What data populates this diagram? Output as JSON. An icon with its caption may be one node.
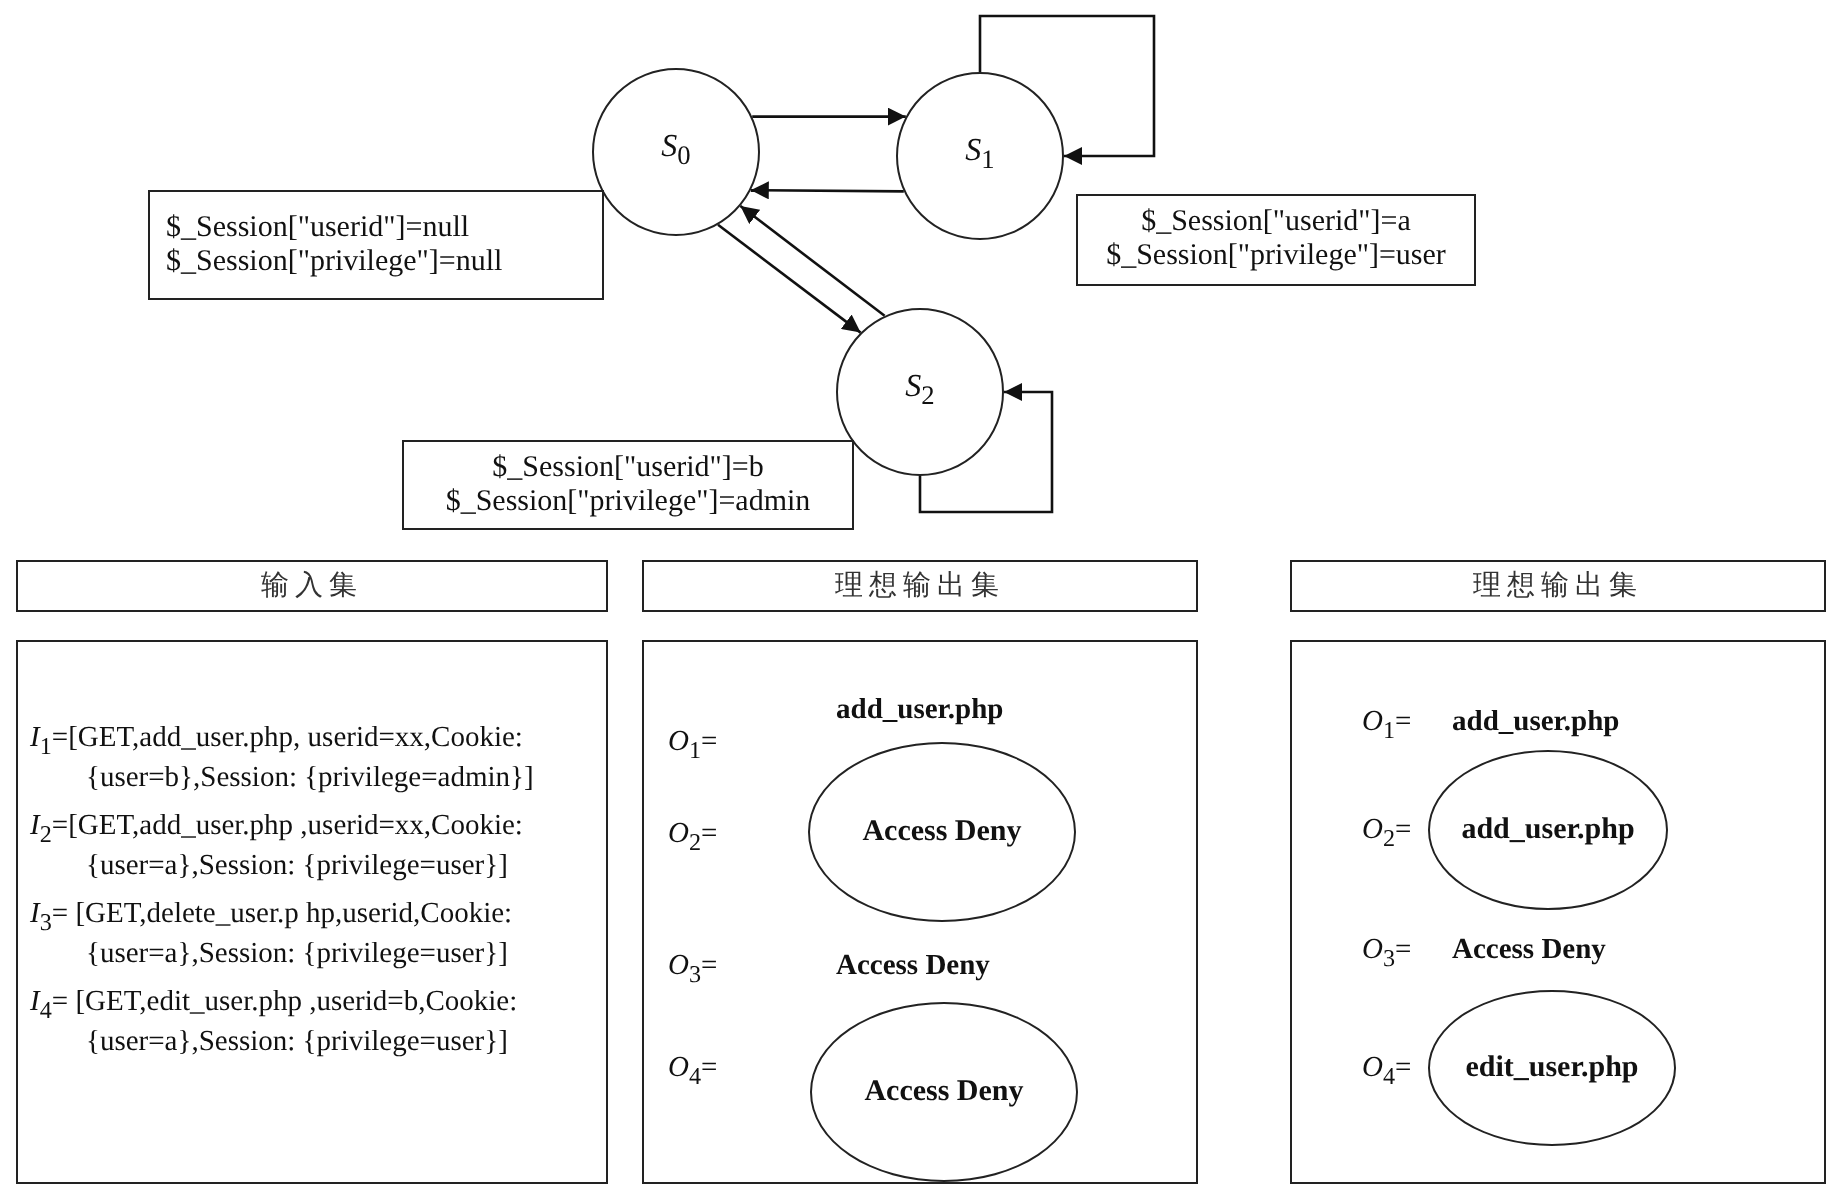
{
  "diagram": {
    "nodes": [
      {
        "text": [
          "*S*$_{0}$"
        ]
      },
      {
        "text": [
          "*S*$_{1}$"
        ]
      },
      {
        "text": [
          "*S*$_{2}$"
        ]
      },
      {
        "text": [
          "$_Session[\"userid\"]=null",
          "$_Session[\"privilege\"]=null"
        ]
      },
      {
        "text": [
          "$_Session[\"userid\"]=a",
          "$_Session[\"privilege\"]=user"
        ]
      },
      {
        "text": [
          "$_Session[\"userid\"]=b",
          "$_Session[\"privilege\"]=admin"
        ]
      },
      {
        "text": [
          "输入集"
        ]
      },
      {
        "text": [
          "*I*$_{1}$=[GET,add_user.php, userid=xx,Cookie: {user=b},Session: {privilege=admin}]",
          "*I*$_{2}$=[GET,add_user.php ,userid=xx,Cookie: {user=a},Session: {privilege=user}]",
          "*I*$_{3}$= [GET,delete_user.p hp,userid,Cookie: {user=a},Session: {privilege=user}]",
          "*I*$_{4}$= [GET,edit_user.php ,userid=b,Cookie: {user=a},Session: {privilege=user}]"
        ]
      },
      {
        "text": [
          "理想输出集"
        ]
      },
      {
        "text": [
          "*O*$_{1}$=",
          "add_user.php",
          "*O*$_{2}$=",
          "*O*$_{3}$=",
          "Access Deny",
          "*O*$_{4}$="
        ]
      },
      {
        "text": [
          "Access Deny"
        ],
        "in": 9
      },
      {
        "text": [
          "Access Deny"
        ],
        "in": 9
      },
      {
        "text": [
          "理想输出集"
        ]
      },
      {
        "text": [
          "*O*$_{1}$=",
          "add_user.php",
          "*O*$_{2}$=",
          "*O*$_{3}$=",
          "Access Deny",
          "*O*$_{4}$="
        ]
      },
      {
        "text": [
          "add_user.php"
        ],
        "in": 13
      },
      {
        "text": [
          "edit_user.php"
        ],
        "in": 13
      }
    ],
    "edges": [
      {
        "from": 0,
        "to": 1,
        "arrow": "to"
      },
      {
        "from": 1,
        "to": 0,
        "arrow": "to"
      },
      {
        "from": 1,
        "to": 1,
        "arrow": "to"
      },
      {
        "from": 0,
        "to": 2,
        "arrow": "to"
      },
      {
        "from": 2,
        "to": 0,
        "arrow": "to"
      },
      {
        "from": 2,
        "to": 2,
        "arrow": "to"
      }
    ]
  }
}
